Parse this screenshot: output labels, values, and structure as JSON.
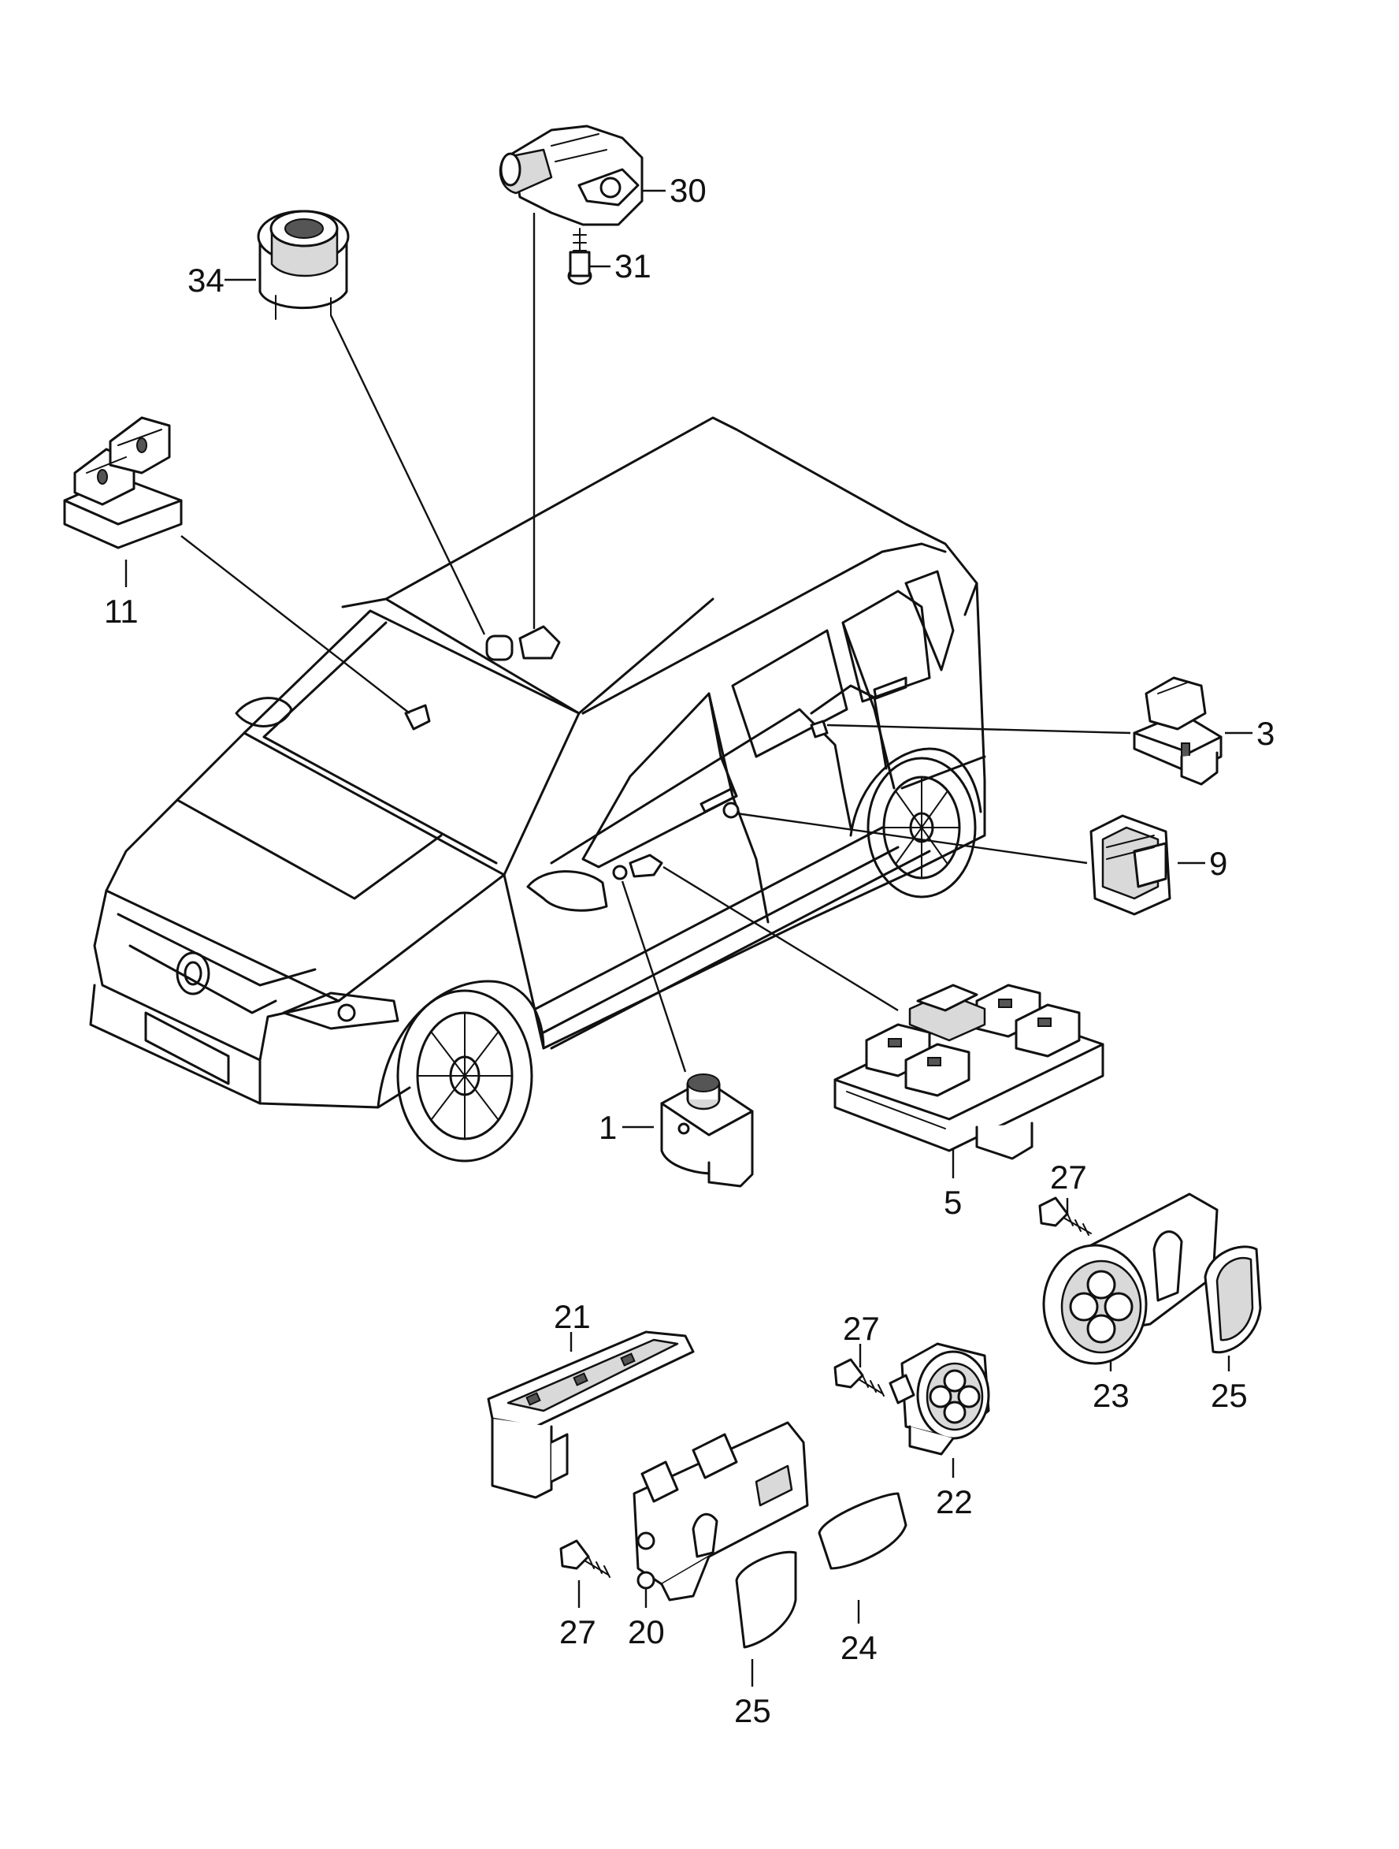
{
  "callouts": {
    "p1": "1",
    "p3": "3",
    "p5": "5",
    "p9": "9",
    "p11": "11",
    "p20": "20",
    "p21": "21",
    "p22": "22",
    "p23": "23",
    "p24": "24",
    "p25a": "25",
    "p25b": "25",
    "p27a": "27",
    "p27b": "27",
    "p27c": "27",
    "p30": "30",
    "p31": "31",
    "p34": "34"
  }
}
